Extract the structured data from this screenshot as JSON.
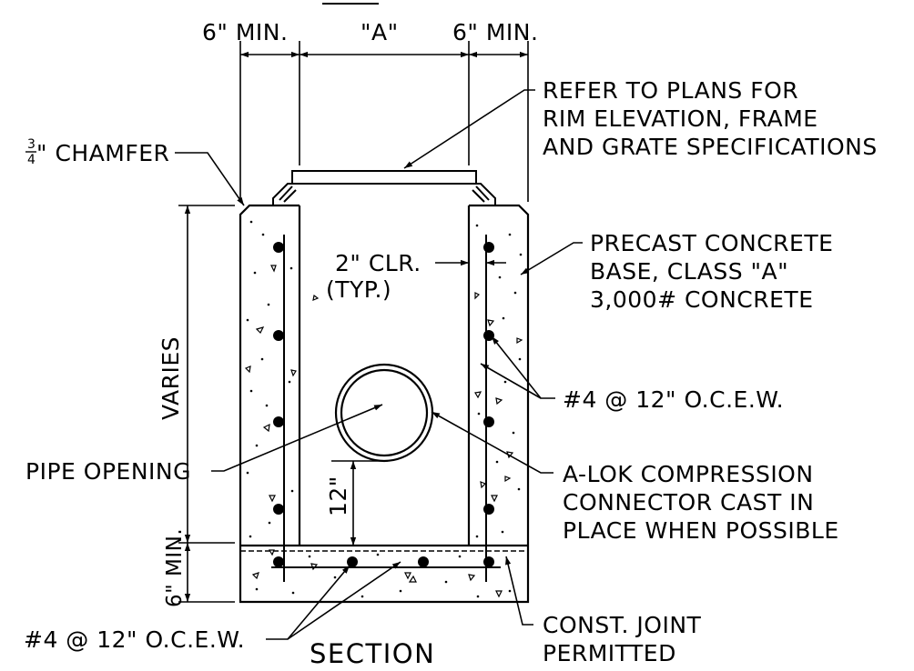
{
  "labels": {
    "dim_min_left": "6\" MIN.",
    "dim_a": "\"A\"",
    "dim_min_right": "6\" MIN.",
    "rim_note": [
      "REFER TO PLANS FOR",
      "RIM ELEVATION, FRAME",
      "AND GRATE SPECIFICATIONS"
    ],
    "chamfer_num": "3",
    "chamfer_den": "4",
    "chamfer": "\" CHAMFER",
    "clearance": [
      "2\" CLR.",
      "(TYP.)"
    ],
    "base_note": [
      "PRECAST CONCRETE",
      "BASE, CLASS \"A\"",
      "3,000# CONCRETE"
    ],
    "varies": "VARIES",
    "rebar_wall": "#4 @ 12\" O.C.E.W.",
    "pipe_opening": "PIPE OPENING",
    "connector_note": [
      "A-LOK COMPRESSION",
      "CONNECTOR CAST IN",
      "PLACE WHEN POSSIBLE"
    ],
    "dim_12": "12\"",
    "dim_6min": "6\" MIN.",
    "rebar_base": "#4 @ 12\" O.C.E.W.",
    "joint_note": [
      "CONST. JOINT",
      "PERMITTED"
    ],
    "title": "SECTION"
  },
  "colors": {
    "ink": "#000000",
    "background": "#ffffff"
  }
}
